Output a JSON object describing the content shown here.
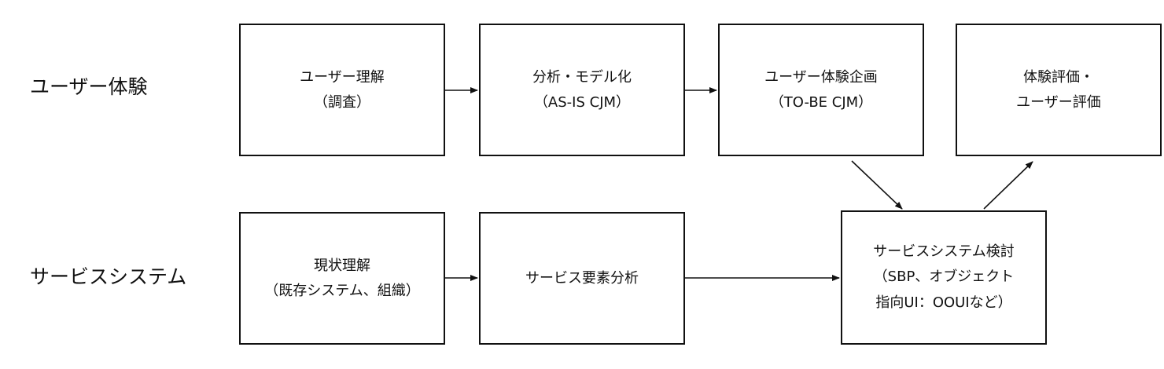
{
  "rows": {
    "ux": {
      "label": "ユーザー体験"
    },
    "service": {
      "label": "サービスシステム"
    }
  },
  "boxes": {
    "user_understanding": {
      "lines": [
        "ユーザー理解",
        "（調査）"
      ]
    },
    "analysis_modeling": {
      "lines": [
        "分析・モデル化",
        "（AS-IS CJM）"
      ]
    },
    "ux_planning": {
      "lines": [
        "ユーザー体験企画",
        "（TO-BE CJM）"
      ]
    },
    "evaluation": {
      "lines": [
        "体験評価・",
        "ユーザー評価"
      ]
    },
    "current_understanding": {
      "lines": [
        "現状理解",
        "（既存システム、組織）"
      ]
    },
    "service_element_analysis": {
      "lines": [
        "サービス要素分析"
      ]
    },
    "service_system_study": {
      "lines": [
        "サービスシステム検討",
        "（SBP、オブジェクト",
        "指向UI：OOUIなど）"
      ]
    }
  },
  "colors": {
    "stroke": "#111111",
    "background": "#ffffff"
  }
}
